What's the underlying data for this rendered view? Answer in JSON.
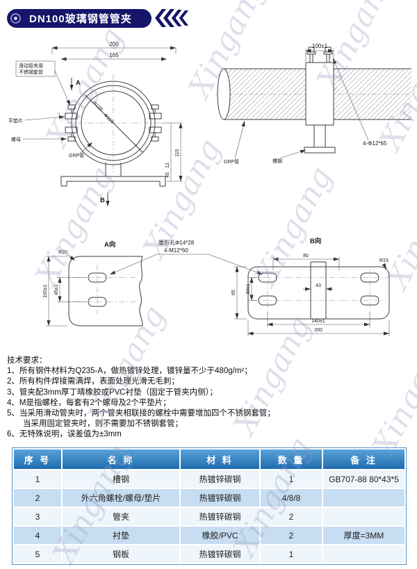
{
  "header": {
    "title": "DN100玻璃钢管管夹"
  },
  "watermark": "Xingang",
  "colors": {
    "banner": "#15156a",
    "table_header": "#2f7fc1",
    "row_alt": "#c7ddf1"
  },
  "drawing": {
    "front": {
      "dim_width": "200",
      "dim_inner_width": "165",
      "arrow_a": "A",
      "arrow_b": "B",
      "callout_line1": "滑动管夹用",
      "callout_line2": "不锈钢套管",
      "label_washer": "平垫片",
      "label_nut": "螺母",
      "label_pipe": "GRP管",
      "dim_d_outer": "Φ128",
      "dim_d_inner": "Φ110",
      "dim_height": "115",
      "dim_12": "12",
      "dim_45": "45"
    },
    "side": {
      "dim_top": "100±1",
      "label_bolts": "4-Φ12*65",
      "label_pipe": "GRP管",
      "label_channel": "槽钢"
    },
    "view_a": {
      "title": "A向",
      "dim_r": "R20",
      "dim_h": "100±1",
      "dim_w": "45±1"
    },
    "hole_note_line1": "腰形孔Φ14*28",
    "hole_note_line2": "4-M12*60",
    "view_b": {
      "title": "B向",
      "dim_80": "80",
      "dim_r": "R15",
      "dim_65": "65",
      "dim_30": "30±1",
      "dim_43": "43",
      "dim_140": "140±1",
      "dim_200": "200"
    }
  },
  "tech": {
    "title": "技术要求：",
    "items": [
      "1、所有钢件材料为Q235-A，做热镀锌处理，镀锌量不少于480g/m²；",
      "2、所有构件焊接需满焊，表面处理光滑无毛刺；",
      "3、管夹配3mm厚丁晴橡胶或PVC衬垫（固定于管夹内侧）；",
      "4、M是指螺栓，每套有2个螺母及2个平垫片；",
      "5、当采用滑动管夹时，两个管夹相联接的螺栓中需要增加四个不锈钢套管；",
      "当采用固定管夹时，则不需要加不锈钢套管；",
      "6、无特殊说明，误差值为±3mm"
    ]
  },
  "table": {
    "headers": [
      "序 号",
      "名 称",
      "材 料",
      "数 量",
      "备 注"
    ],
    "rows": [
      [
        "1",
        "槽钢",
        "热镀锌碳钢",
        "1",
        "GB707-88 80*43*5"
      ],
      [
        "2",
        "外六角螺栓/螺母/垫片",
        "热镀锌碳钢",
        "4/8/8",
        ""
      ],
      [
        "3",
        "管夹",
        "热镀锌碳钢",
        "2",
        ""
      ],
      [
        "4",
        "衬垫",
        "橡胶/PVC",
        "2",
        "厚度=3MM"
      ],
      [
        "5",
        "钢板",
        "热镀锌碳钢",
        "1",
        ""
      ]
    ]
  }
}
